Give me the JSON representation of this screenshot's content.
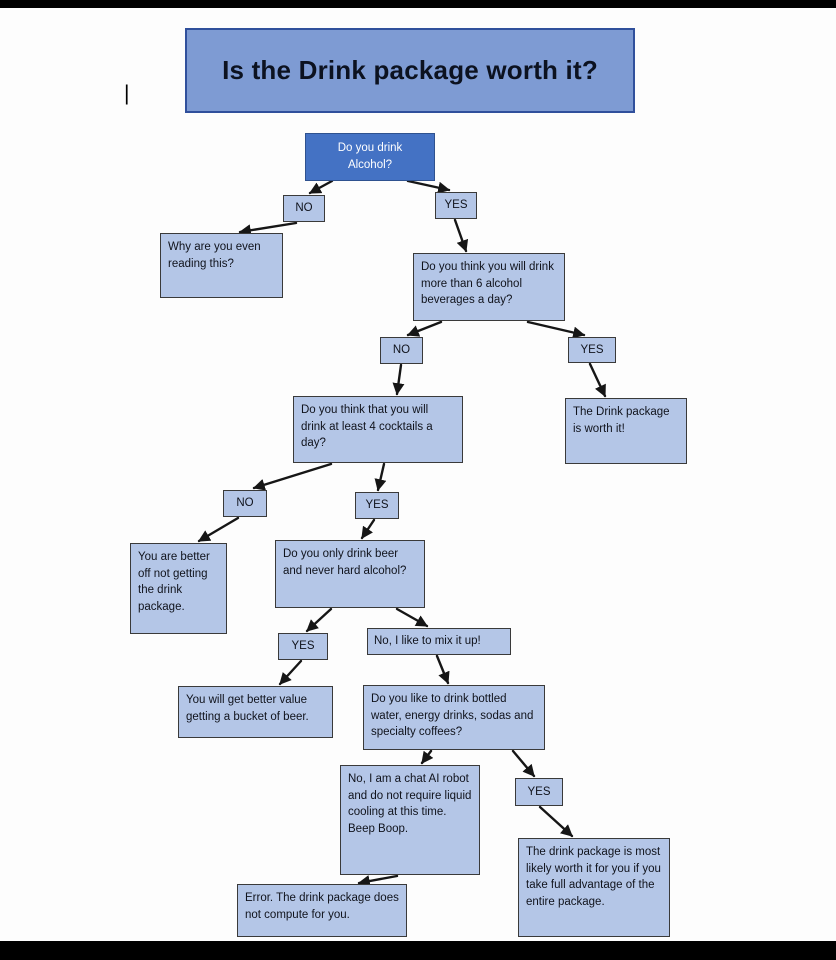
{
  "meta": {
    "title_label": "Is the Drink package worth it?",
    "stray_mark": "|"
  },
  "colors": {
    "letterbox": "#000000",
    "title_fill": "#7e9bd3",
    "title_border": "#30509c",
    "title_text": "#0c1220",
    "root_fill": "#4472c4",
    "root_border": "#2f528f",
    "node_fill": "#b4c6e7",
    "node_border": "#3a3a3a",
    "text_dark": "#10131c",
    "arrow": "#161616"
  },
  "nodes": {
    "root": "Do you drink Alcohol?",
    "no_1": "NO",
    "yes_1": "YES",
    "why_reading": "Why are you even reading this?",
    "q_more_than_6": "Do you think you will drink more than 6 alcohol beverages a day?",
    "no_2": "NO",
    "yes_2": "YES",
    "worth_it": "The Drink package is worth it!",
    "q_4_cocktails": "Do you think that you will drink at least 4 cocktails a day?",
    "no_3": "NO",
    "yes_3": "YES",
    "better_off_not": "You are better off not getting the drink package.",
    "q_only_beer": "Do you only drink beer and never hard alcohol?",
    "yes_4": "YES",
    "mix_it_up": "No, I like to mix it up!",
    "bucket_of_beer": "You will get better value getting a bucket of beer.",
    "q_bottled_water": "Do you like to drink bottled water, energy drinks, sodas and specialty coffees?",
    "chat_ai_robot": "No, I am a chat AI robot and do not require liquid cooling at this time.  Beep Boop.",
    "yes_5": "YES",
    "does_not_compute": "Error.  The drink package does not compute for you.",
    "most_likely_worth": "The drink package is most likely worth it for you if you take full advantage of the entire package."
  }
}
